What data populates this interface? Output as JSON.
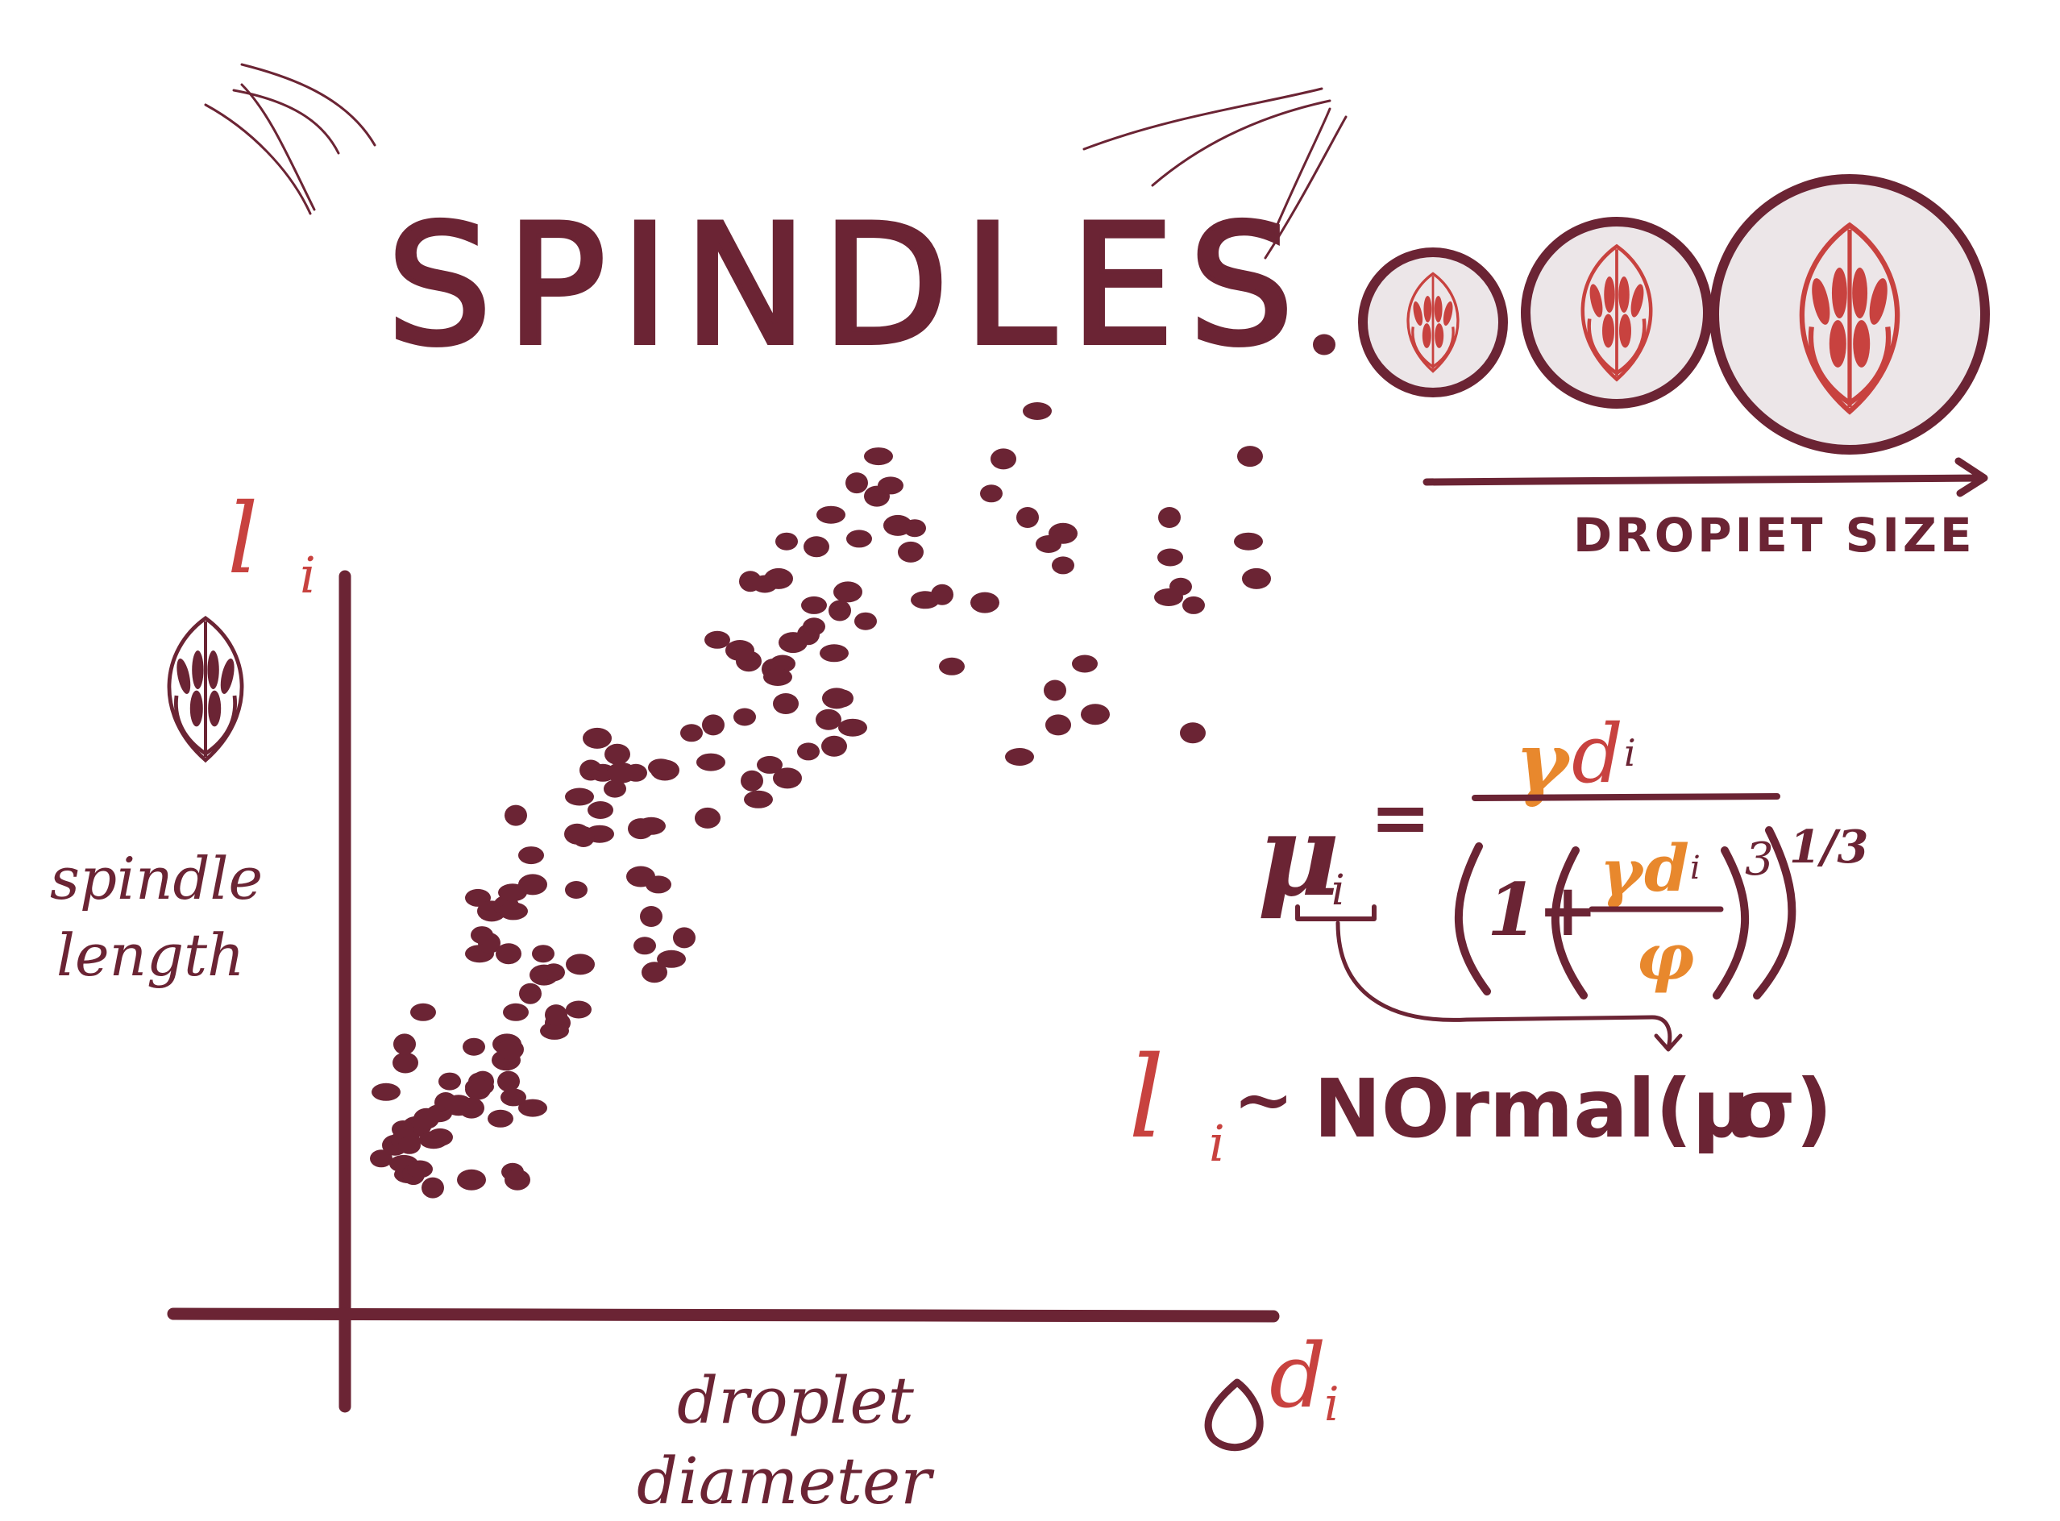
{
  "title": "SPINDLES",
  "inset": {
    "axis_label": "DROPIET SIZE",
    "droplet_count": 3
  },
  "plot": {
    "y_symbol": "l",
    "y_subscript": "i",
    "y_label_line1": "spindle",
    "y_label_line2": "length",
    "x_symbol": "d",
    "x_subscript": "i",
    "x_label_line1": "droplet",
    "x_label_line2": "diameter"
  },
  "equation": {
    "mu": "μ",
    "sub_i": "i",
    "equals": "=",
    "numerator_gamma": "γ",
    "numerator_d": "d",
    "one_plus": "1+",
    "inner_gamma": "γ",
    "inner_d": "d",
    "inner_denominator": "φ",
    "power_three": "3",
    "exponent_outer": "1/3",
    "likelihood_l": "l",
    "likelihood_tilde": "~",
    "likelihood_text": "NOrmal(μ",
    "likelihood_sigma": "σ)"
  },
  "colors": {
    "ink": "#6b2434",
    "red": "#c8423f",
    "orange": "#e8882d",
    "droplet_fill": "#ece6e8"
  },
  "chart_data": {
    "type": "scatter",
    "xlabel": "droplet diameter",
    "ylabel": "spindle length",
    "points": [
      [
        28,
        19
      ],
      [
        45,
        24
      ],
      [
        62,
        13
      ],
      [
        92,
        8
      ],
      [
        101,
        27
      ],
      [
        140,
        11
      ],
      [
        191,
        14
      ],
      [
        197,
        11
      ],
      [
        56,
        17
      ],
      [
        68,
        13
      ],
      [
        76,
        15
      ],
      [
        72,
        31
      ],
      [
        55,
        30
      ],
      [
        58,
        55
      ],
      [
        34,
        44
      ],
      [
        57,
        62
      ],
      [
        80,
        74
      ],
      [
        58,
        26
      ],
      [
        63,
        24
      ],
      [
        84,
        34
      ],
      [
        93,
        26
      ],
      [
        108,
        40
      ],
      [
        100,
        36
      ],
      [
        124,
        39
      ],
      [
        113,
        48
      ],
      [
        140,
        38
      ],
      [
        150,
        46
      ],
      [
        154,
        48
      ],
      [
        176,
        34
      ],
      [
        183,
        56
      ],
      [
        150,
        48
      ],
      [
        148,
        45
      ],
      [
        216,
        38
      ],
      [
        186,
        48
      ],
      [
        192,
        42
      ],
      [
        184,
        62
      ],
      [
        143,
        61
      ],
      [
        189,
        60
      ],
      [
        150,
        96
      ],
      [
        162,
        100
      ],
      [
        148,
        117
      ],
      [
        165,
        112
      ],
      [
        153,
        103
      ],
      [
        183,
        114
      ],
      [
        191,
        119
      ],
      [
        195,
        148
      ],
      [
        214,
        133
      ],
      [
        216,
        122
      ],
      [
        229,
        96
      ],
      [
        186,
        96
      ],
      [
        192,
        112
      ],
      [
        213,
        81
      ],
      [
        195,
        74
      ],
      [
        230,
        88
      ],
      [
        242,
        89
      ],
      [
        247,
        70
      ],
      [
        243,
        67
      ],
      [
        245,
        73
      ],
      [
        273,
        75
      ],
      [
        275,
        92
      ],
      [
        270,
        120
      ],
      [
        271,
        141
      ],
      [
        274,
        155
      ],
      [
        288,
        165
      ],
      [
        303,
        164
      ],
      [
        296,
        177
      ],
      [
        318,
        158
      ],
      [
        321,
        171
      ],
      [
        299,
        141
      ],
      [
        279,
        140
      ],
      [
        300,
        150
      ],
      [
        326,
        164
      ],
      [
        344,
        164
      ],
      [
        350,
        143
      ],
      [
        363,
        144
      ],
      [
        363,
        110
      ],
      [
        372,
        122
      ],
      [
        350,
        125
      ],
      [
        355,
        99
      ],
      [
        367,
        89
      ],
      [
        388,
        94
      ],
      [
        404,
        102
      ],
      [
        375,
        166
      ],
      [
        380,
        165
      ],
      [
        413,
        179
      ],
      [
        433,
        147
      ],
      [
        437,
        168
      ],
      [
        440,
        182
      ],
      [
        445,
        214
      ],
      [
        473,
        210
      ],
      [
        479,
        185
      ],
      [
        484,
        206
      ],
      [
        496,
        154
      ],
      [
        488,
        161
      ],
      [
        510,
        167
      ],
      [
        532,
        162
      ],
      [
        558,
        172
      ],
      [
        583,
        184
      ],
      [
        590,
        209
      ],
      [
        558,
        216
      ],
      [
        565,
        227
      ],
      [
        593,
        192
      ],
      [
        600,
        192
      ],
      [
        590,
        174
      ],
      [
        613,
        181
      ],
      [
        514,
        203
      ],
      [
        526,
        205
      ],
      [
        539,
        213
      ],
      [
        565,
        219
      ],
      [
        530,
        190
      ],
      [
        520,
        200
      ],
      [
        486,
        236
      ],
      [
        504,
        235
      ],
      [
        521,
        237
      ],
      [
        531,
        251
      ],
      [
        568,
        249
      ],
      [
        586,
        261
      ],
      [
        597,
        225
      ],
      [
        621,
        252
      ],
      [
        607,
        232
      ],
      [
        629,
        221
      ],
      [
        643,
        268
      ],
      [
        645,
        283
      ],
      [
        618,
        273
      ],
      [
        660,
        272
      ],
      [
        669,
        257
      ],
      [
        690,
        256
      ],
      [
        685,
        247
      ],
      [
        703,
        229
      ],
      [
        724,
        231
      ],
      [
        736,
        204
      ],
      [
        777,
        228
      ],
      [
        785,
        269
      ],
      [
        800,
        282
      ],
      [
        842,
        300
      ],
      [
        830,
        260
      ],
      [
        856,
        250
      ],
      [
        874,
        254
      ],
      [
        874,
        242
      ],
      [
        868,
        182
      ],
      [
        820,
        170
      ],
      [
        864,
        195
      ],
      [
        901,
        205
      ],
      [
        914,
        186
      ],
      [
        1036,
        227
      ],
      [
        1035,
        179
      ],
      [
        1005,
        230
      ],
      [
        1006,
        260
      ],
      [
        1007,
        245
      ],
      [
        1114,
        237
      ],
      [
        1020,
        234
      ],
      [
        1106,
        283
      ],
      [
        1104,
        251
      ],
      [
        1198,
        325
      ]
    ]
  }
}
